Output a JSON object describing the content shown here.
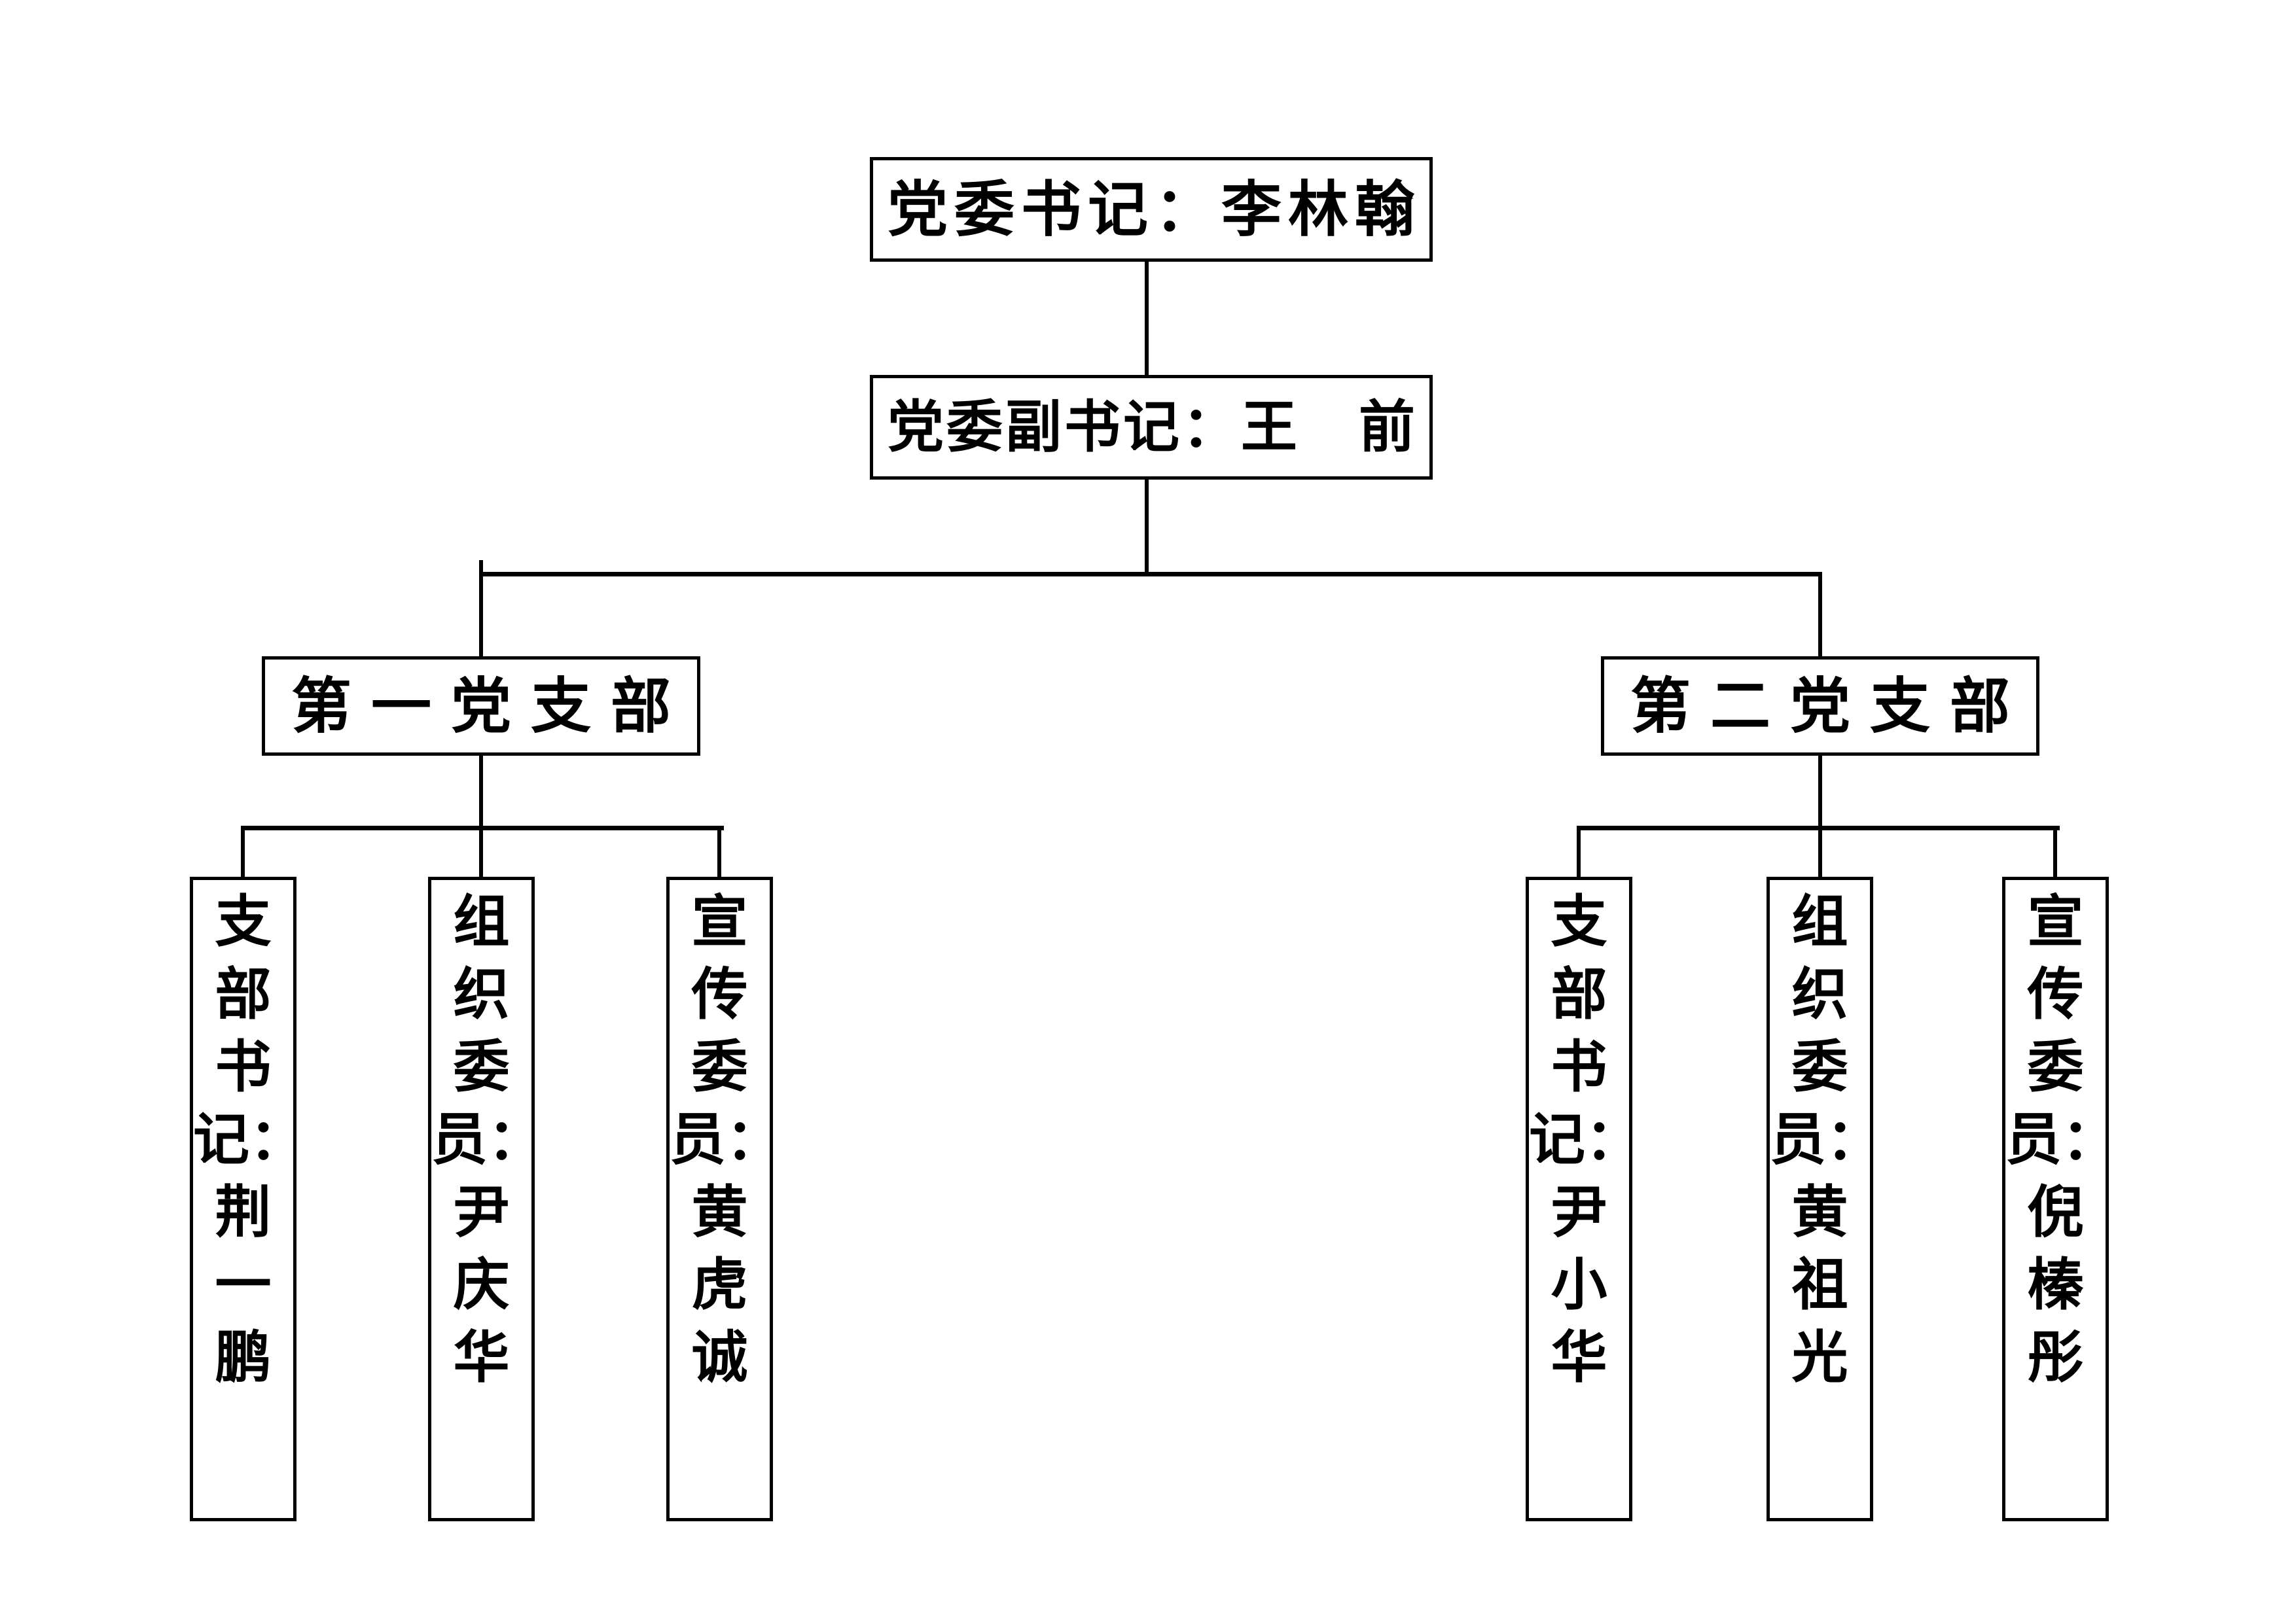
{
  "chart": {
    "type": "org-tree",
    "background": "#ffffff",
    "line_color": "#000000",
    "text_color": "#000000",
    "box_border_color": "#000000",
    "root": {
      "label": "党委书记：李林翰"
    },
    "deputy": {
      "label": "党委副书记：王　前"
    },
    "branches": [
      {
        "label": "第一党支部",
        "members": [
          {
            "label": "支部书记：荆一鹏"
          },
          {
            "label": "组织委员：尹庆华"
          },
          {
            "label": "宣传委员：黄虎诚"
          }
        ]
      },
      {
        "label": "第二党支部",
        "members": [
          {
            "label": "支部书记：尹小华"
          },
          {
            "label": "组织委员：黄祖光"
          },
          {
            "label": "宣传委员：倪榛彤"
          }
        ]
      }
    ]
  }
}
